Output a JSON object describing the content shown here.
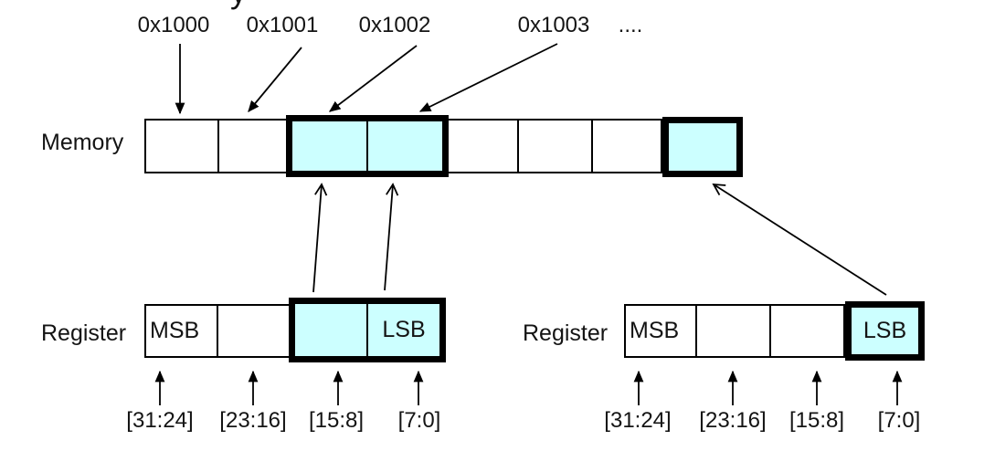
{
  "clipped_title_fragment": "y",
  "colors": {
    "highlight": "#ccffff",
    "line": "#000000"
  },
  "memory": {
    "label": "Memory",
    "addresses": [
      "0x1000",
      "0x1001",
      "0x1002",
      "0x1003"
    ],
    "ellipsis": "...."
  },
  "left_register": {
    "label": "Register",
    "msb_label": "MSB",
    "lsb_label": "LSB",
    "bit_labels": [
      "[31:24]",
      "[23:16]",
      "[15:8]",
      "[7:0]"
    ]
  },
  "right_register": {
    "label": "Register",
    "msb_label": "MSB",
    "lsb_label": "LSB",
    "bit_labels": [
      "[31:24]",
      "[23:16]",
      "[15:8]",
      "[7:0]"
    ]
  }
}
